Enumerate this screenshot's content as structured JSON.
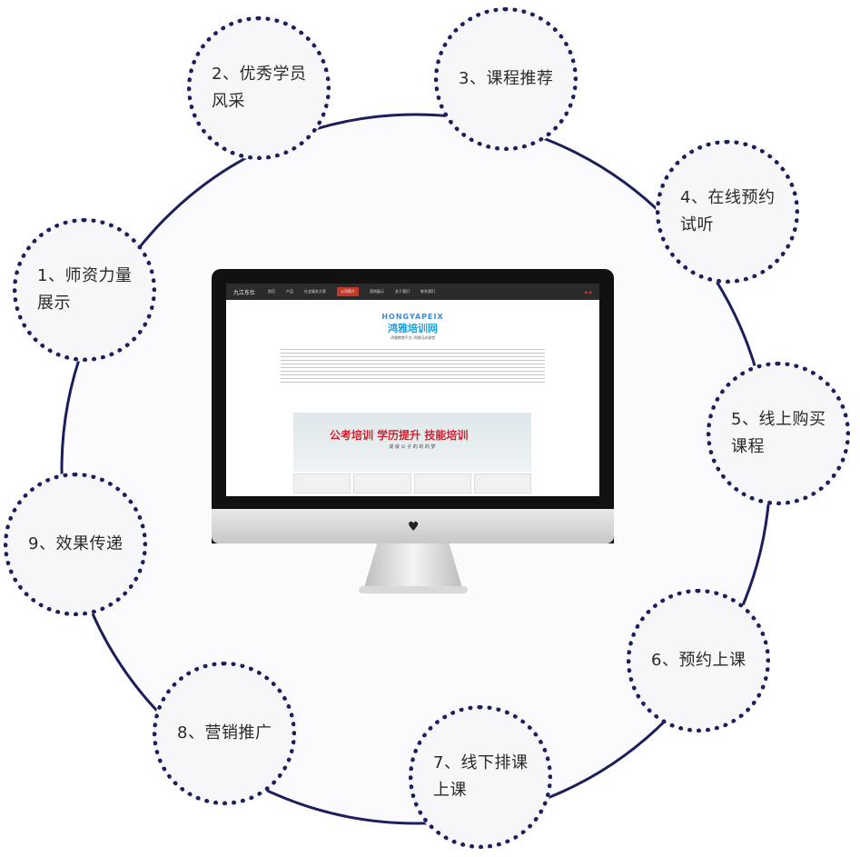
{
  "colors": {
    "ring": "#1c1f5c",
    "node_fill": "#f7f7fa",
    "text": "#2a2a2a"
  },
  "nodes": [
    {
      "label": "1、师资力量展示"
    },
    {
      "label": "2、优秀学员风采"
    },
    {
      "label": "3、课程推荐"
    },
    {
      "label": "4、在线预约试听"
    },
    {
      "label": "5、线上购买课程"
    },
    {
      "label": "6、预约上课"
    },
    {
      "label": "7、线下排课上课"
    },
    {
      "label": "8、营销推广"
    },
    {
      "label": "9、效果传递"
    }
  ],
  "monitor": {
    "site_logo": "九江东仕",
    "nav": [
      "首页",
      "产品",
      "社会服务方案",
      "公司简介",
      "案例展示",
      "关于我们",
      "联系我们"
    ],
    "brand_en": "HONGYAPEIX",
    "brand_cn": "鸿雅培训网",
    "brand_sub": "鸿雅教育平台 鸿雅培训课堂",
    "banner_slogan": "公考培训 学历提升 技能培训",
    "banner_sub": "成 就 公 子 的 的 的 梦"
  }
}
